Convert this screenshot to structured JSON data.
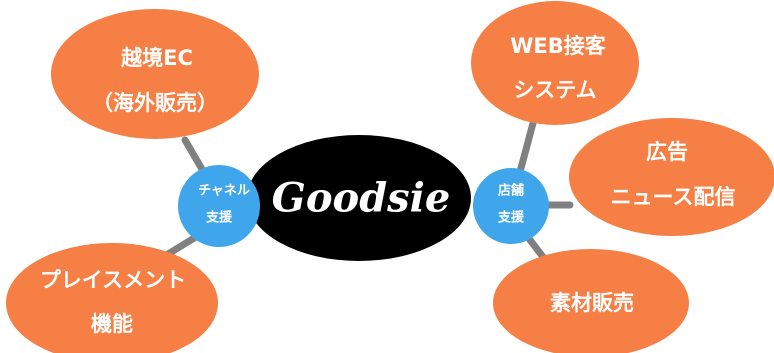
{
  "colors": {
    "orange": "#f57f45",
    "blue": "#3fa6ec",
    "center": "#000000",
    "connector": "#808080",
    "text": "#ffffff"
  },
  "center": {
    "label": "Goodsie"
  },
  "hubs": {
    "left": {
      "line1": "チャネル",
      "line2": "支援"
    },
    "right": {
      "line1": "店舗",
      "line2": "支援"
    }
  },
  "nodes": {
    "crossborder": {
      "line1": "越境EC",
      "line2": "（海外販売）"
    },
    "placement": {
      "line1": "プレイスメント",
      "line2": "機能"
    },
    "web_service": {
      "line1": "WEB接客",
      "line2": "システム"
    },
    "ad_news": {
      "line1": "広告",
      "line2": "ニュース配信"
    },
    "materials": {
      "line1": "素材販売"
    }
  }
}
